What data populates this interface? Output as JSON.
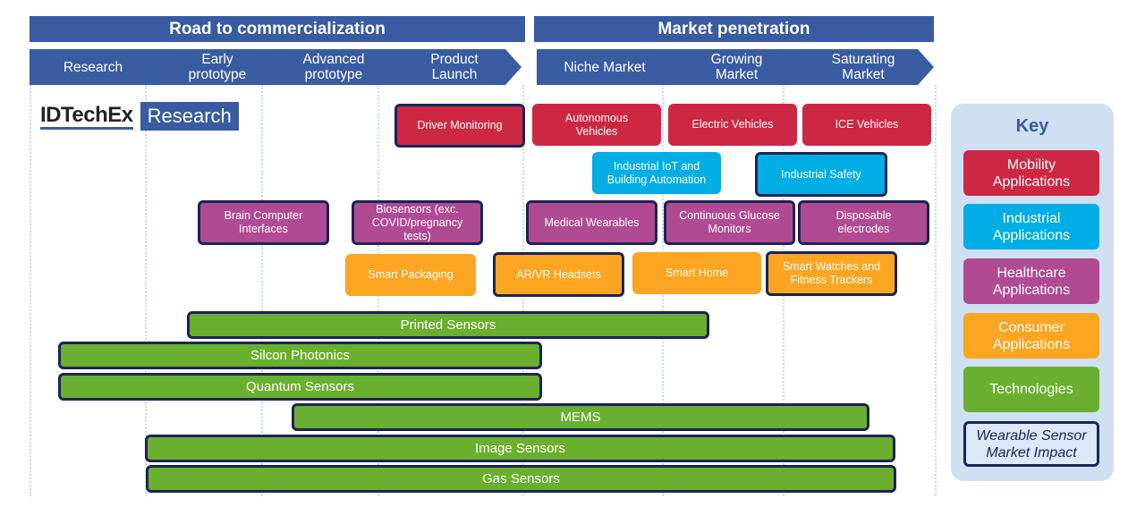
{
  "headers": {
    "road": "Road to commercialization",
    "market": "Market penetration"
  },
  "stages": [
    {
      "label": "Research"
    },
    {
      "label": "Early\nprototype"
    },
    {
      "label": "Advanced\nprototype"
    },
    {
      "label": "Product\nLaunch"
    },
    {
      "label": "Niche Market"
    },
    {
      "label": "Growing\nMarket"
    },
    {
      "label": "Saturating\nMarket"
    }
  ],
  "logo": {
    "brand": "IDTechEx",
    "suffix": "Research"
  },
  "applications": {
    "mobility": [
      {
        "label": "Driver Monitoring",
        "wearable_impact": true
      },
      {
        "label": "Autonomous Vehicles",
        "wearable_impact": false
      },
      {
        "label": "Electric Vehicles",
        "wearable_impact": false
      },
      {
        "label": "ICE Vehicles",
        "wearable_impact": false
      }
    ],
    "industrial": [
      {
        "label": "Industrial IoT and Building Automation",
        "wearable_impact": false
      },
      {
        "label": "Industrial Safety",
        "wearable_impact": true
      }
    ],
    "healthcare": [
      {
        "label": "Brain Computer Interfaces",
        "wearable_impact": true
      },
      {
        "label": "Biosensors (exc. COVID/pregnancy tests)",
        "wearable_impact": true
      },
      {
        "label": "Medical Wearables",
        "wearable_impact": true
      },
      {
        "label": "Continuous Glucose Monitors",
        "wearable_impact": true
      },
      {
        "label": "Disposable electrodes",
        "wearable_impact": true
      }
    ],
    "consumer": [
      {
        "label": "Smart Packaging",
        "wearable_impact": false
      },
      {
        "label": "AR/VR Headsets",
        "wearable_impact": true
      },
      {
        "label": "Smart Home",
        "wearable_impact": false
      },
      {
        "label": "Smart Watches and Fitness Trackers",
        "wearable_impact": true
      }
    ]
  },
  "technologies": [
    {
      "label": "Printed Sensors"
    },
    {
      "label": "Silcon Photonics"
    },
    {
      "label": "Quantum Sensors"
    },
    {
      "label": "MEMS"
    },
    {
      "label": "Image Sensors"
    },
    {
      "label": "Gas Sensors"
    }
  ],
  "key": {
    "title": "Key",
    "items": [
      {
        "label": "Mobility Applications",
        "color": "#cc2844"
      },
      {
        "label": "Industrial Applications",
        "color": "#00ade5"
      },
      {
        "label": "Healthcare Applications",
        "color": "#b04a93"
      },
      {
        "label": "Consumer Applications",
        "color": "#fba522"
      },
      {
        "label": "Technologies",
        "color": "#6aaf2f"
      },
      {
        "label": "Wearable Sensor Market Impact",
        "color": "#1b2456"
      }
    ]
  },
  "colors": {
    "header": "#385ba1",
    "mobility": "#cc2844",
    "industrial": "#00ade5",
    "healthcare": "#b04a93",
    "consumer": "#fba522",
    "technology": "#6aaf2f",
    "impact_border": "#1b2456",
    "key_bg": "#cfe0f3"
  }
}
